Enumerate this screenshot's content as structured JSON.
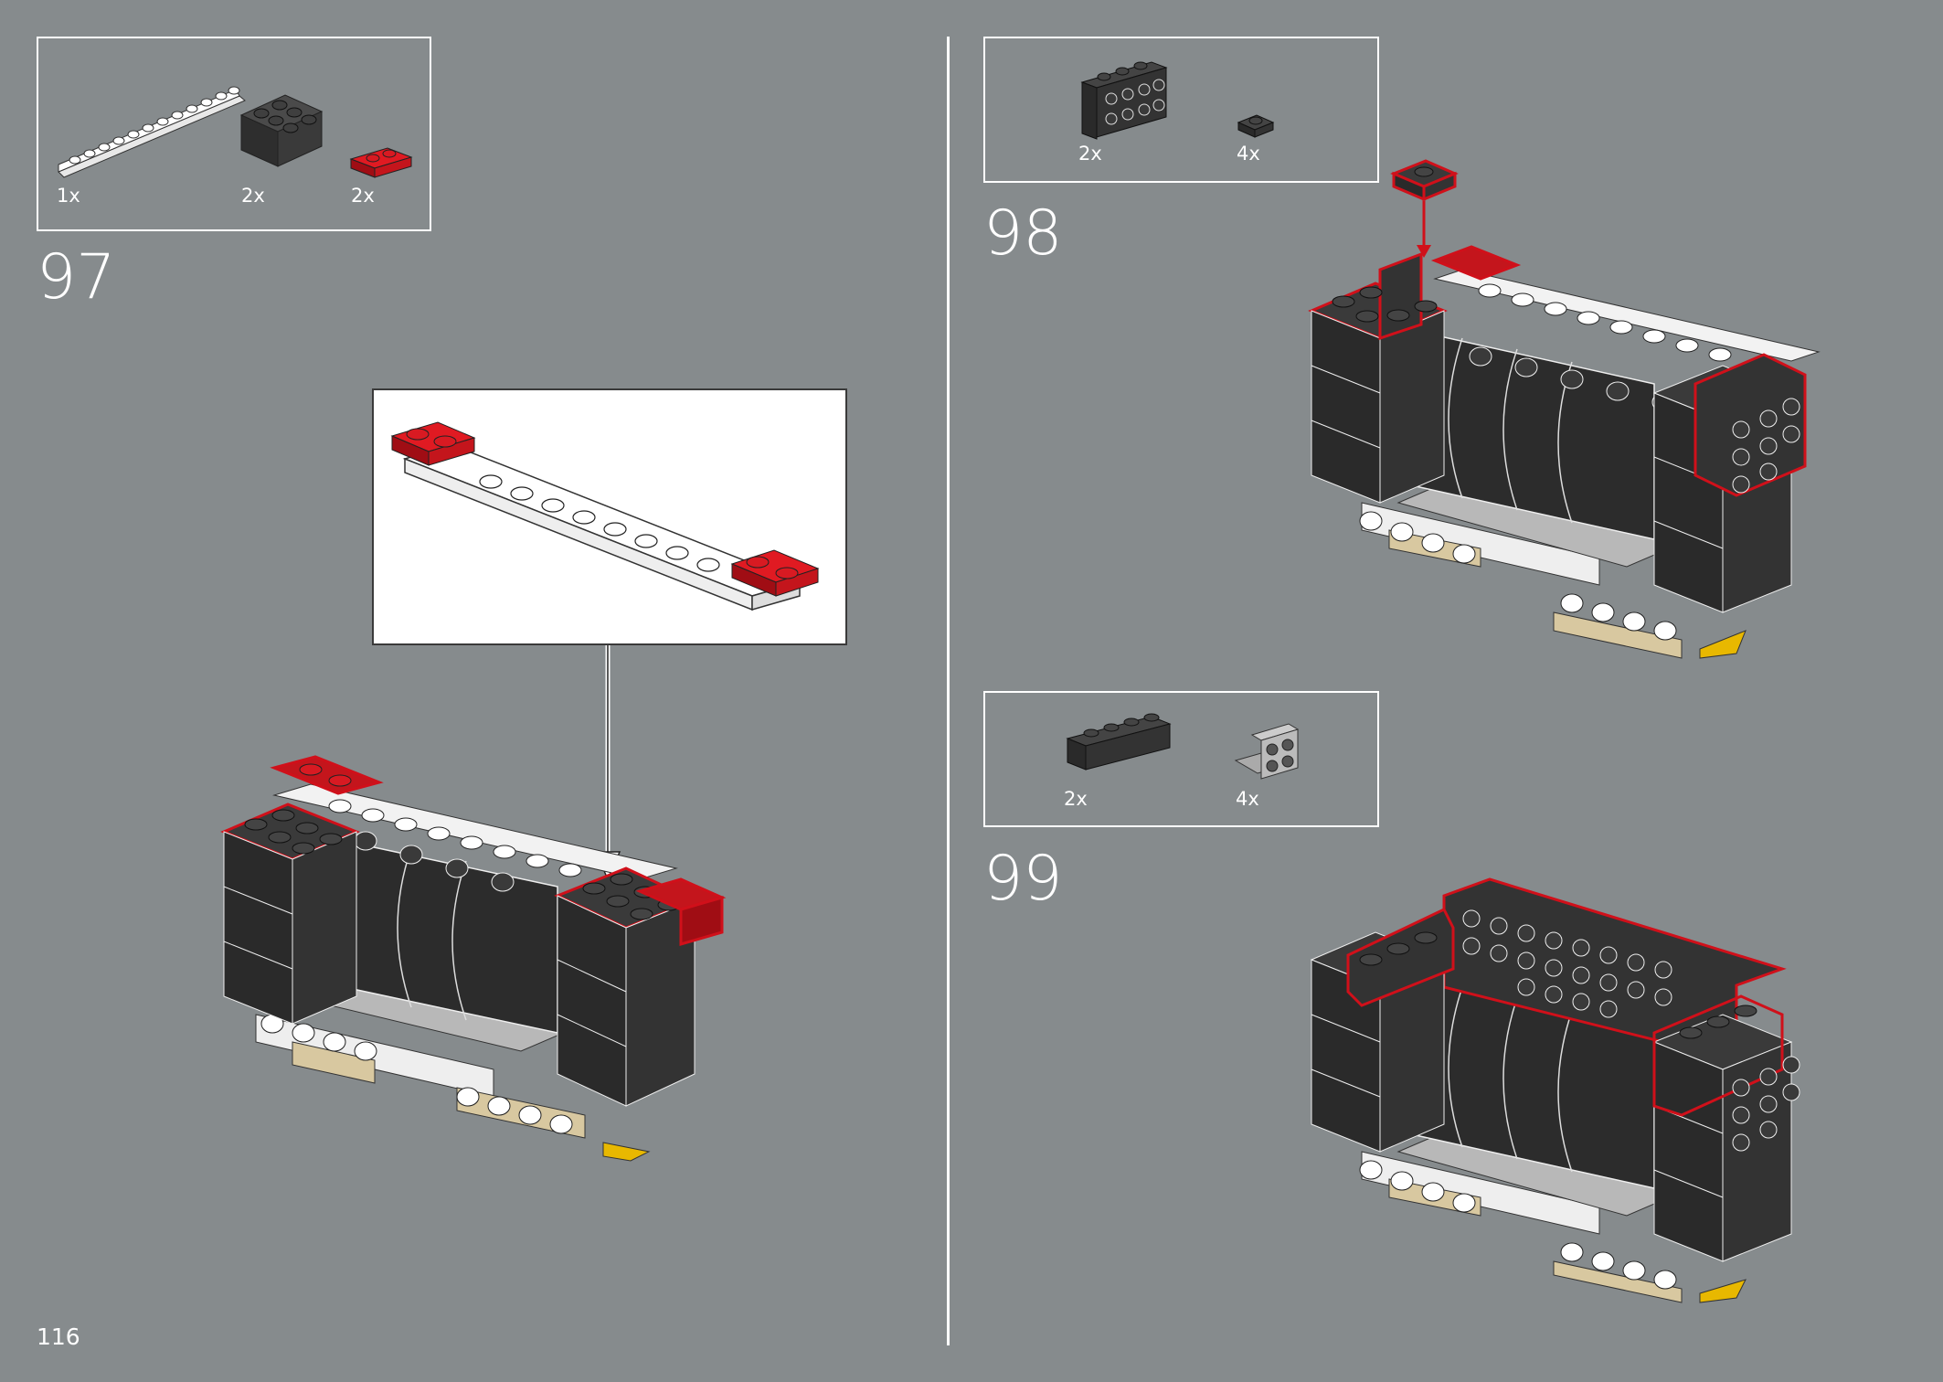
{
  "page_number": "116",
  "colors": {
    "background": "#868b8d",
    "highlight": "#d0101a",
    "brick_dark": "#2e2e2e",
    "brick_red": "#c4151c",
    "brick_white": "#f2f2f2",
    "brick_gray": "#9a9a9a",
    "brick_tan": "#d8c8a0"
  },
  "steps": [
    {
      "number": "97",
      "parts": [
        {
          "qty": "1x",
          "part": "white-plate-1x12"
        },
        {
          "qty": "2x",
          "part": "dark-gray-brick-2x3"
        },
        {
          "qty": "2x",
          "part": "red-plate-1x2"
        }
      ]
    },
    {
      "number": "98",
      "parts": [
        {
          "qty": "2x",
          "part": "dark-gray-bracket-2x4"
        },
        {
          "qty": "4x",
          "part": "dark-gray-plate-1x1"
        }
      ]
    },
    {
      "number": "99",
      "parts": [
        {
          "qty": "2x",
          "part": "dark-gray-brick-1x4"
        },
        {
          "qty": "4x",
          "part": "light-gray-bracket-2x2"
        }
      ]
    }
  ]
}
